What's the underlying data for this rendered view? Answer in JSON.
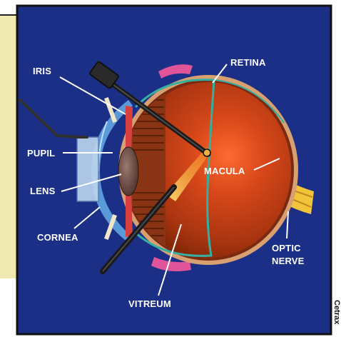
{
  "diagram": {
    "labels": {
      "iris": "IRIS",
      "retina": "RETINA",
      "pupil": "PUPIL",
      "lens": "LENS",
      "macula": "MACULA",
      "cornea": "CORNEA",
      "optic_nerve_line1": "OPTIC",
      "optic_nerve_line2": "NERVE",
      "vitreum": "VITREUM"
    },
    "credit": "Cetrax"
  },
  "colors": {
    "background": "#1c2f86",
    "left_panel": "#f0eab2",
    "sclera": "#d8a070",
    "interior": "#a83c10",
    "macula_glow": "#ff5a2a",
    "retina_line": "#35b0a0",
    "muscle": "#e0559a",
    "iris": "#d84040",
    "cornea": "#5a9ad8",
    "optic_nerve": "#f2c43a",
    "lens": "#6a4a40",
    "instrument": "#202020"
  }
}
